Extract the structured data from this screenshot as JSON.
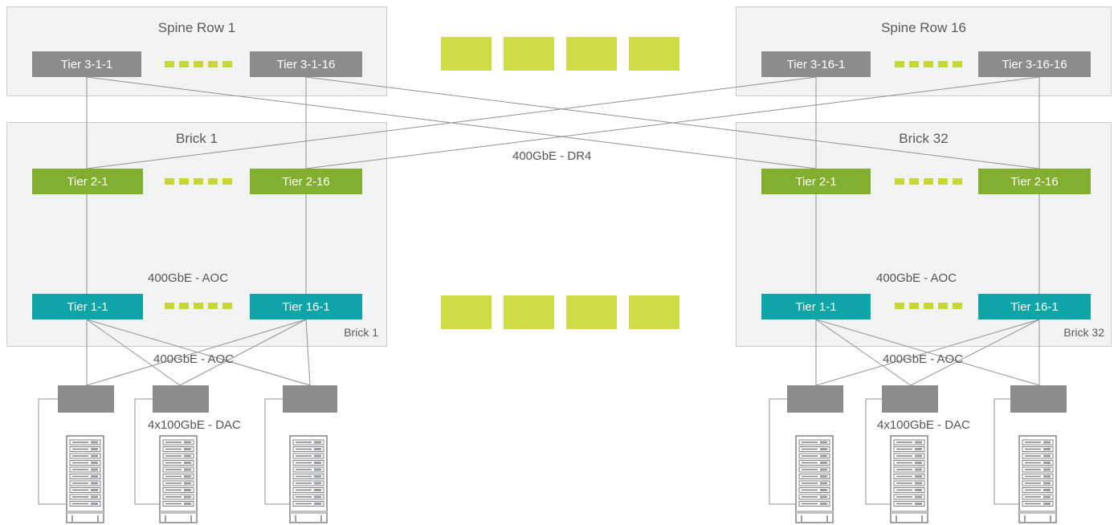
{
  "colors": {
    "tier3": "#8a8c8e",
    "tier2": "#82af2f",
    "tier1": "#0ea4a8",
    "accent": "#cfdc46",
    "panel": "#f2f3f3"
  },
  "spine_left": {
    "title": "Spine Row 1",
    "switches": [
      "Tier 3-1-1",
      "Tier 3-1-16"
    ]
  },
  "spine_right": {
    "title": "Spine Row 16",
    "switches": [
      "Tier 3-16-1",
      "Tier 3-16-16"
    ]
  },
  "brick_left": {
    "title": "Brick 1",
    "corner_label": "Brick 1",
    "tier2": [
      "Tier 2-1",
      "Tier 2-16"
    ],
    "tier1": [
      "Tier 1-1",
      "Tier 16-1"
    ],
    "link_label": "400GbE - AOC"
  },
  "brick_right": {
    "title": "Brick 32",
    "corner_label": "Brick 32",
    "tier2": [
      "Tier 2-1",
      "Tier 2-16"
    ],
    "tier1": [
      "Tier 1-1",
      "Tier 16-1"
    ],
    "link_label": "400GbE - AOC"
  },
  "links": {
    "spine_to_brick": "400GbE - DR4",
    "tier1_to_edge_left": "400GbE - AOC",
    "tier1_to_edge_right": "400GbE - AOC",
    "edge_to_server_left": "4x100GbE - DAC",
    "edge_to_server_right": "4x100GbE - DAC"
  },
  "icons": [
    "server-rack-icon"
  ]
}
